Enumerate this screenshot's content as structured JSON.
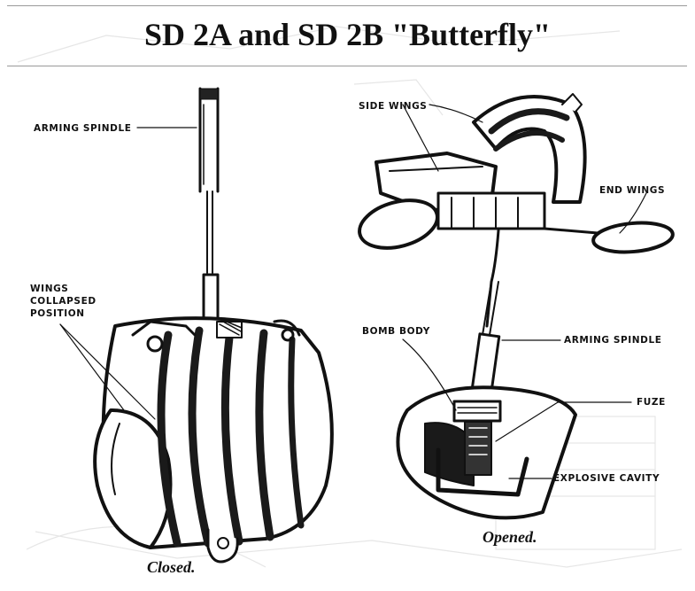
{
  "page": {
    "title": "SD 2A and SD 2B \"Butterfly\""
  },
  "closed": {
    "caption": "Closed.",
    "labels": {
      "arming_spindle": "ARMING SPINDLE",
      "wings_line1": "WINGS",
      "wings_line2": "COLLAPSED",
      "wings_line3": "POSITION"
    }
  },
  "opened": {
    "caption": "Opened.",
    "labels": {
      "side_wings": "SIDE WINGS",
      "end_wings": "END WINGS",
      "bomb_body": "BOMB BODY",
      "arming_spindle": "ARMING SPINDLE",
      "fuze": "FUZE",
      "explosive_cavity": "EXPLOSIVE CAVITY"
    }
  },
  "colors": {
    "ink": "#111111",
    "rule": "#9a9a9a",
    "watermark": "#e6e6e6"
  }
}
